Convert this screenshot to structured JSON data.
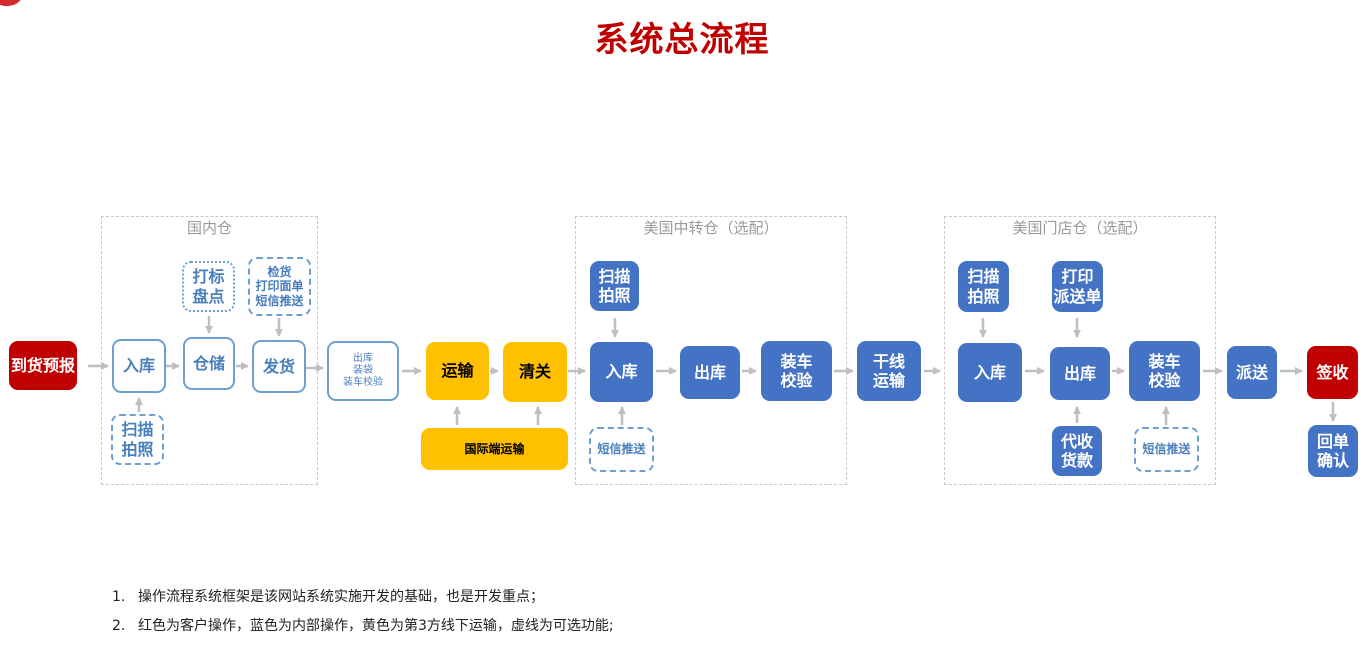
{
  "title": "系统总流程",
  "groups": {
    "domestic": "国内仓",
    "us_transfer": "美国中转仓（选配）",
    "us_store": "美国门店仓（选配）"
  },
  "nodes": {
    "pre_arrival": "到货预报",
    "inbound_1": "入库",
    "scan_photo_1": "扫描\n拍照",
    "label_count": "打标\n盘点",
    "storage": "仓储",
    "inspect_print_sms": "检货\n打印面单\n短信推送",
    "ship": "发货",
    "out_bag_load": "出库\n装袋\n装车校验",
    "transport": "运输",
    "customs": "清关",
    "intl_transport": "国际端运输",
    "scan_photo_2": "扫描\n拍照",
    "inbound_2": "入库",
    "sms_2": "短信推送",
    "outbound_2": "出库",
    "load_check_2": "装车\n校验",
    "trunk_transport": "干线\n运输",
    "scan_photo_3": "扫描\n拍照",
    "inbound_3": "入库",
    "print_delivery": "打印\n派送单",
    "outbound_3": "出库",
    "cod": "代收\n货款",
    "load_check_3": "装车\n校验",
    "sms_3": "短信推送",
    "deliver": "派送",
    "sign": "签收",
    "receipt_confirm": "回单\n确认"
  },
  "notes": [
    {
      "num": "1.",
      "text": "操作流程系统框架是该网站系统实施开发的基础，也是开发重点；"
    },
    {
      "num": "2.",
      "text": "红色为客户操作，蓝色为内部操作，黄色为第3方线下运输，虚线为可选功能;"
    }
  ],
  "colors": {
    "customer": "#c00000",
    "internal": "#4472c4",
    "third_party": "#ffc000",
    "arrow": "#bfbfbf"
  }
}
